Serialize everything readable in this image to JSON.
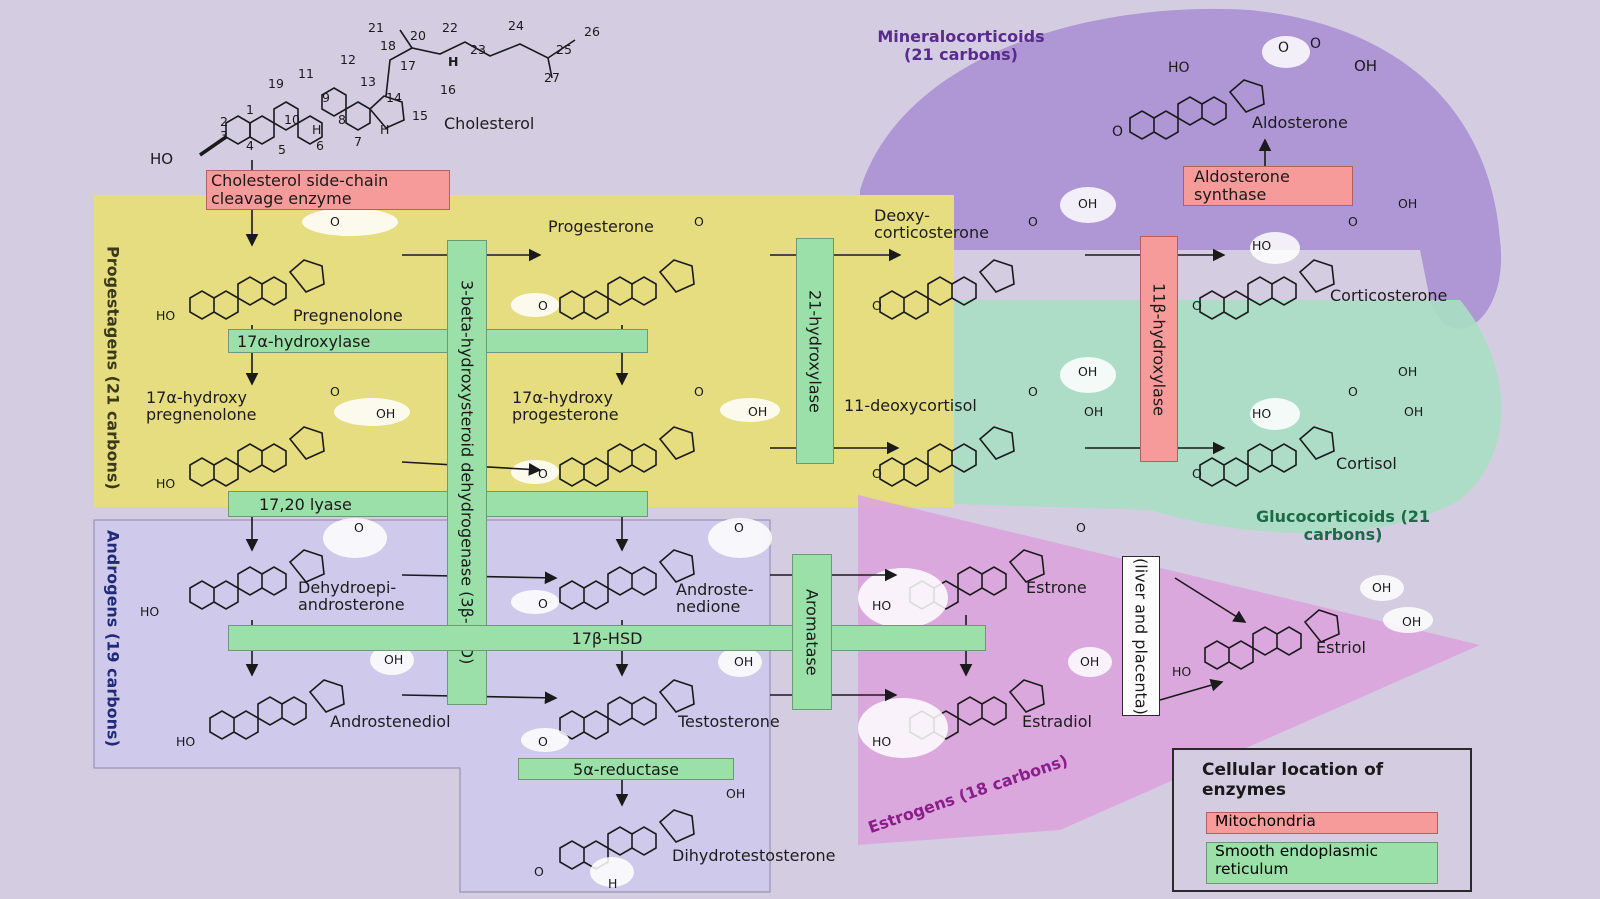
{
  "cholesterol": {
    "name": "Cholesterol",
    "atom_numbers": [
      "1",
      "2",
      "3",
      "4",
      "5",
      "6",
      "7",
      "8",
      "9",
      "10",
      "11",
      "12",
      "13",
      "14",
      "15",
      "16",
      "17",
      "18",
      "19",
      "20",
      "21",
      "22",
      "23",
      "24",
      "25",
      "26",
      "27"
    ],
    "ho": "HO",
    "h": "H"
  },
  "enzymes": {
    "side_chain_cleavage": "Cholesterol side-chain cleavage enzyme",
    "hydroxylase_17a": "17α-hydroxylase",
    "lyase_17_20": "17,20 lyase",
    "hsd_3b": "3-beta-hydroxysteroid dehydrogenase (3β-HSD)",
    "hydroxylase_21": "21-hydroxylase",
    "hydroxylase_11b": "11β-hydroxylase",
    "aldosterone_synthase": "Aldosterone synthase",
    "hsd_17b": "17β-HSD",
    "aromatase": "Aromatase",
    "reductase_5a": "5α-reductase",
    "liver_placenta": "(liver and placenta)"
  },
  "compounds": {
    "pregnenolone": "Pregnenolone",
    "progesterone": "Progesterone",
    "deoxycorticosterone": "Deoxy- corticosterone",
    "corticosterone": "Corticosterone",
    "aldosterone": "Aldosterone",
    "hydroxy_pregnenolone": "17α-hydroxy pregnenolone",
    "hydroxy_progesterone": "17α-hydroxy progesterone",
    "deoxycortisol": "11-deoxycortisol",
    "cortisol": "Cortisol",
    "dhea": "Dehydroepi- androsterone",
    "androstenedione": "Androste- nedione",
    "estrone": "Estrone",
    "androstenediol": "Androstenediol",
    "testosterone": "Testosterone",
    "estradiol": "Estradiol",
    "estriol": "Estriol",
    "dht": "Dihydrotestosterone"
  },
  "groups": {
    "mineralocorticoids": "Mineralocorticoids (21 carbons)",
    "glucocorticoids": "Glucocorticoids (21 carbons)",
    "progestagens": "Progestagens (21 carbons)",
    "androgens": "Androgens (19 carbons)",
    "estrogens": "Estrogens (18 carbons)"
  },
  "substituents": {
    "oh": "OH",
    "ho": "HO",
    "o": "O",
    "h": "H"
  },
  "legend": {
    "title": "Cellular location of enzymes",
    "mitochondria": "Mitochondria",
    "ser": "Smooth endoplasmic reticulum"
  },
  "colors": {
    "background": "#d4cde2",
    "progestagens": "#e6dc80",
    "androgens": "#cfc9ec",
    "mineralocorticoids": "#a88cd2",
    "glucocorticoids": "#a9dfc3",
    "estrogens": "#dba4de",
    "ser_enzyme": "#9ae0a8",
    "mitochondria_enzyme": "#f79a9a"
  }
}
